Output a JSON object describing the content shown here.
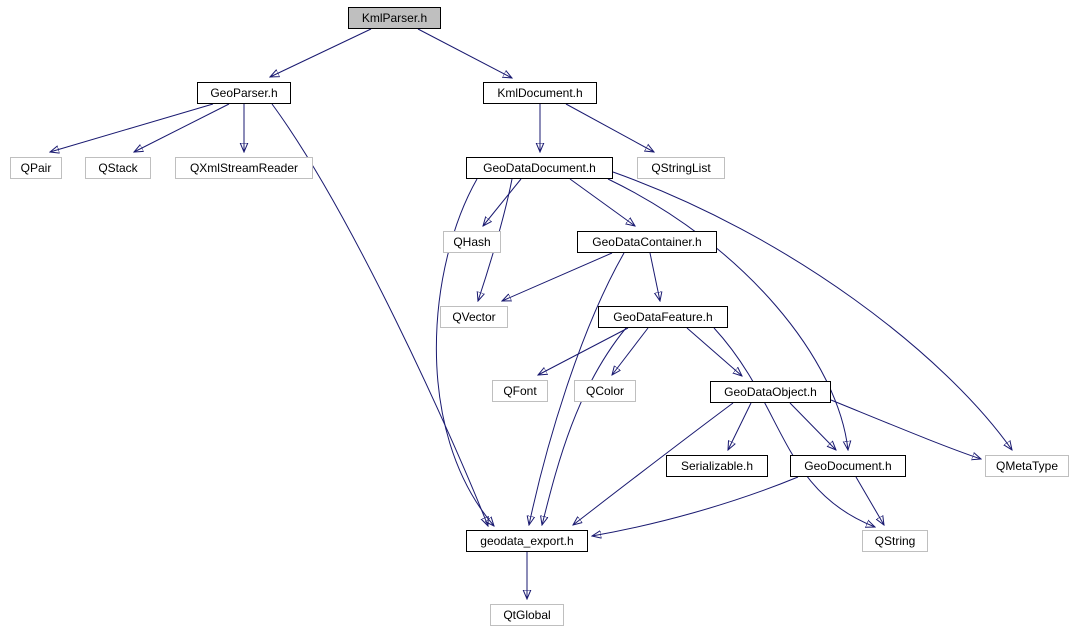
{
  "diagram": {
    "type": "include-dependency-graph",
    "root": "KmlParser.h",
    "colors": {
      "background": "#ffffff",
      "edge": "#191970",
      "node_border": "#000000",
      "external_node_border": "#bfbfbf",
      "root_node_fill": "#bfbfbf",
      "node_fill": "#ffffff",
      "text": "#000000"
    },
    "nodes": [
      {
        "id": "KmlParser.h",
        "label": "KmlParser.h",
        "kind": "root"
      },
      {
        "id": "GeoParser.h",
        "label": "GeoParser.h",
        "kind": "internal"
      },
      {
        "id": "KmlDocument.h",
        "label": "KmlDocument.h",
        "kind": "internal"
      },
      {
        "id": "QPair",
        "label": "QPair",
        "kind": "external"
      },
      {
        "id": "QStack",
        "label": "QStack",
        "kind": "external"
      },
      {
        "id": "QXmlStreamReader",
        "label": "QXmlStreamReader",
        "kind": "external"
      },
      {
        "id": "GeoDataDocument.h",
        "label": "GeoDataDocument.h",
        "kind": "internal"
      },
      {
        "id": "QStringList",
        "label": "QStringList",
        "kind": "external"
      },
      {
        "id": "QHash",
        "label": "QHash",
        "kind": "external"
      },
      {
        "id": "GeoDataContainer.h",
        "label": "GeoDataContainer.h",
        "kind": "internal"
      },
      {
        "id": "QVector",
        "label": "QVector",
        "kind": "external"
      },
      {
        "id": "GeoDataFeature.h",
        "label": "GeoDataFeature.h",
        "kind": "internal"
      },
      {
        "id": "QFont",
        "label": "QFont",
        "kind": "external"
      },
      {
        "id": "QColor",
        "label": "QColor",
        "kind": "external"
      },
      {
        "id": "GeoDataObject.h",
        "label": "GeoDataObject.h",
        "kind": "internal"
      },
      {
        "id": "Serializable.h",
        "label": "Serializable.h",
        "kind": "internal"
      },
      {
        "id": "GeoDocument.h",
        "label": "GeoDocument.h",
        "kind": "internal"
      },
      {
        "id": "QMetaType",
        "label": "QMetaType",
        "kind": "external"
      },
      {
        "id": "QString",
        "label": "QString",
        "kind": "external"
      },
      {
        "id": "geodata_export.h",
        "label": "geodata_export.h",
        "kind": "internal"
      },
      {
        "id": "QtGlobal",
        "label": "QtGlobal",
        "kind": "external"
      }
    ],
    "edges": [
      {
        "from": "KmlParser.h",
        "to": "GeoParser.h"
      },
      {
        "from": "KmlParser.h",
        "to": "KmlDocument.h"
      },
      {
        "from": "GeoParser.h",
        "to": "QPair"
      },
      {
        "from": "GeoParser.h",
        "to": "QStack"
      },
      {
        "from": "GeoParser.h",
        "to": "QXmlStreamReader"
      },
      {
        "from": "GeoParser.h",
        "to": "geodata_export.h"
      },
      {
        "from": "KmlDocument.h",
        "to": "GeoDataDocument.h"
      },
      {
        "from": "KmlDocument.h",
        "to": "QStringList"
      },
      {
        "from": "GeoDataDocument.h",
        "to": "QHash"
      },
      {
        "from": "GeoDataDocument.h",
        "to": "QVector"
      },
      {
        "from": "GeoDataDocument.h",
        "to": "GeoDataContainer.h"
      },
      {
        "from": "GeoDataDocument.h",
        "to": "geodata_export.h"
      },
      {
        "from": "GeoDataDocument.h",
        "to": "QMetaType"
      },
      {
        "from": "GeoDataDocument.h",
        "to": "GeoDocument.h"
      },
      {
        "from": "GeoDataContainer.h",
        "to": "QVector"
      },
      {
        "from": "GeoDataContainer.h",
        "to": "GeoDataFeature.h"
      },
      {
        "from": "GeoDataContainer.h",
        "to": "geodata_export.h"
      },
      {
        "from": "GeoDataFeature.h",
        "to": "QFont"
      },
      {
        "from": "GeoDataFeature.h",
        "to": "QColor"
      },
      {
        "from": "GeoDataFeature.h",
        "to": "GeoDataObject.h"
      },
      {
        "from": "GeoDataFeature.h",
        "to": "QString"
      },
      {
        "from": "GeoDataFeature.h",
        "to": "geodata_export.h"
      },
      {
        "from": "GeoDataObject.h",
        "to": "Serializable.h"
      },
      {
        "from": "GeoDataObject.h",
        "to": "GeoDocument.h"
      },
      {
        "from": "GeoDataObject.h",
        "to": "QMetaType"
      },
      {
        "from": "GeoDataObject.h",
        "to": "geodata_export.h"
      },
      {
        "from": "GeoDocument.h",
        "to": "geodata_export.h"
      },
      {
        "from": "GeoDocument.h",
        "to": "QString"
      },
      {
        "from": "geodata_export.h",
        "to": "QtGlobal"
      }
    ]
  }
}
